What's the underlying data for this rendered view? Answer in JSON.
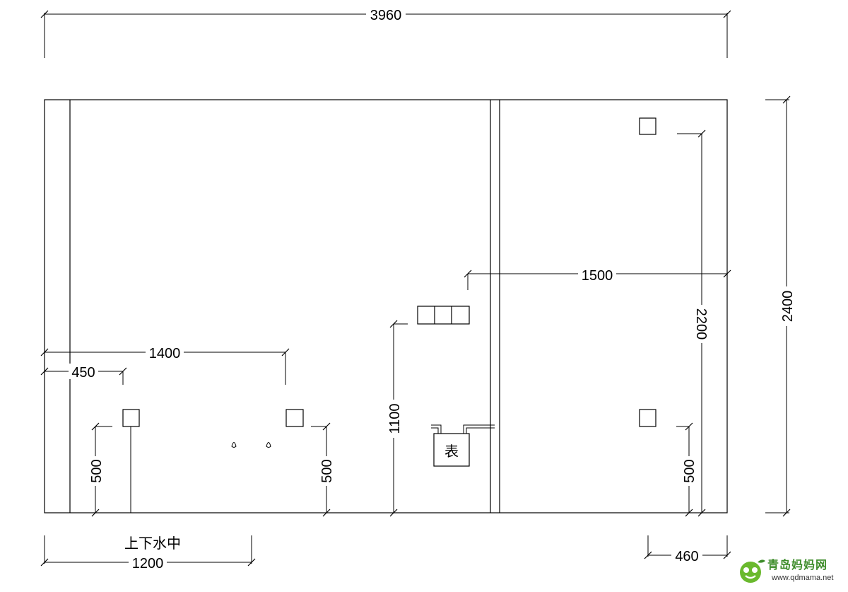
{
  "dimensions": {
    "overall_width": "3960",
    "overall_height": "2400",
    "right_riser_height": "2200",
    "meter_offset": "1500",
    "meter_height": "1100",
    "left_fixture_offset": "1400",
    "left_small_offset": "450",
    "left_outlet_height": "500",
    "middle_outlet_height": "500",
    "right_outlet_height": "500",
    "bottom_left_span": "1200",
    "bottom_right_span": "460"
  },
  "labels": {
    "meter_box": "表",
    "water_note": "上下水中"
  },
  "watermark": {
    "title": "青岛妈妈网",
    "url": "www.qdmama.net",
    "color": "#3d8c2a"
  }
}
